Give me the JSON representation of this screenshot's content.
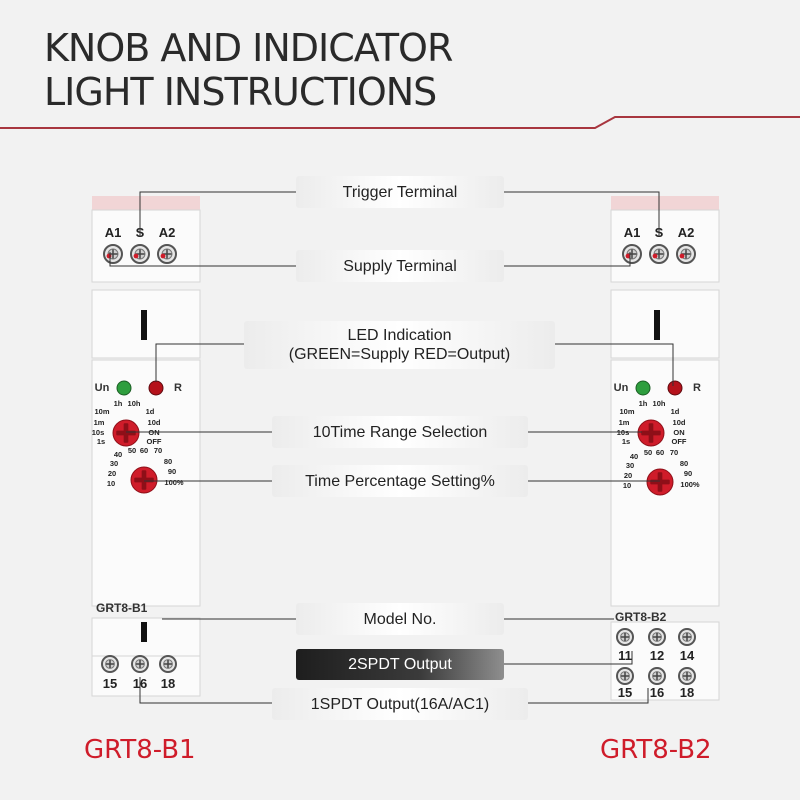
{
  "title": {
    "line1": "KNOB AND INDICATOR",
    "line2": "LIGHT INSTRUCTIONS"
  },
  "colors": {
    "accent": "#cf1c2a",
    "rule": "#a8363f",
    "led_green": "#2e9e3e",
    "led_red": "#b5121b"
  },
  "labels": {
    "trigger": "Trigger Terminal",
    "supply": "Supply Terminal",
    "led_line1": "LED Indication",
    "led_line2": "(GREEN=Supply RED=Output)",
    "time_range": "10Time Range Selection",
    "time_pct": "Time Percentage Setting%",
    "model": "Model No.",
    "spdt2": "2SPDT Output",
    "spdt1": "1SPDT Output(16A/AC1)"
  },
  "devices": [
    {
      "model": "GRT8-B1",
      "caption": "GRT8-B1",
      "top_terminals": [
        "A1",
        "S",
        "A2"
      ],
      "leds": [
        "Un",
        "R"
      ],
      "range_ticks": [
        "1h",
        "10h",
        "10m",
        "1d",
        "1m",
        "10d",
        "10s",
        "ON",
        "1s",
        "OFF"
      ],
      "pct_ticks": [
        "40",
        "50",
        "60",
        "70",
        "30",
        "80",
        "20",
        "90",
        "10",
        "100%"
      ],
      "bottom_terminals": [
        "15",
        "16",
        "18"
      ],
      "extra_terminals": []
    },
    {
      "model": "GRT8-B2",
      "caption": "GRT8-B2",
      "top_terminals": [
        "A1",
        "S",
        "A2"
      ],
      "leds": [
        "Un",
        "R"
      ],
      "range_ticks": [
        "1h",
        "10h",
        "10m",
        "1d",
        "1m",
        "10d",
        "10s",
        "ON",
        "1s",
        "OFF"
      ],
      "pct_ticks": [
        "40",
        "50",
        "60",
        "70",
        "30",
        "80",
        "20",
        "90",
        "10",
        "100%"
      ],
      "bottom_terminals": [
        "15",
        "16",
        "18"
      ],
      "extra_terminals": [
        "11",
        "12",
        "14"
      ]
    }
  ]
}
